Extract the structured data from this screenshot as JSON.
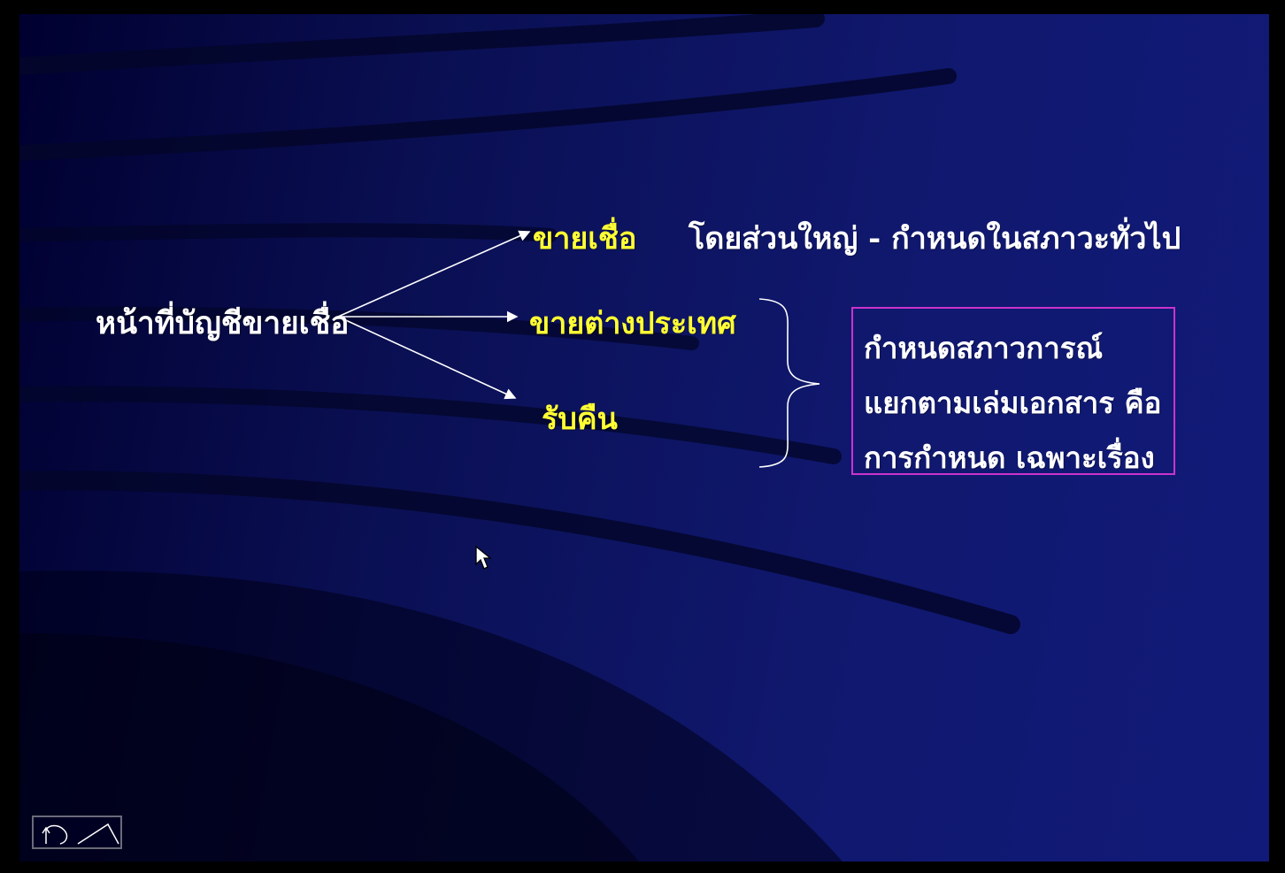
{
  "diagram": {
    "root": "หน้าที่บัญชีขายเชื่อ",
    "branches": [
      {
        "label": "ขายเชื่อ",
        "note": "โดยส่วนใหญ่ - กำหนดในสภาวะทั่วไป"
      },
      {
        "label": "ขายต่างประเทศ"
      },
      {
        "label": "รับคืน"
      }
    ],
    "box_lines": [
      "กำหนดสภาวการณ์",
      "แยกตามเล่มเอกสาร คือ",
      "การกำหนด เฉพาะเรื่อง"
    ]
  },
  "colors": {
    "background": "#0a0f52",
    "branch_text": "#ffff33",
    "body_text": "#ffffff",
    "box_border": "#cc33cc"
  },
  "icons": {
    "nav": [
      "back-arrow-icon",
      "pen-icon"
    ],
    "cursor": "mouse-pointer-icon"
  }
}
